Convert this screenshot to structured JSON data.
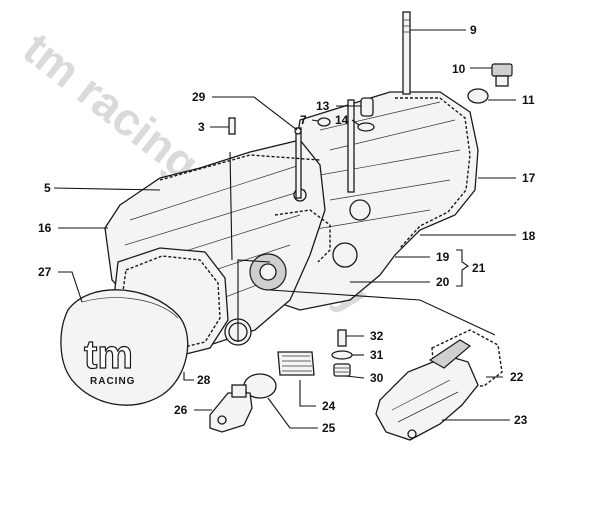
{
  "watermark": "tm racing company",
  "logo": {
    "mark": "tm",
    "sub": "RACING"
  },
  "callouts": {
    "c3": "3",
    "c5": "5",
    "c7": "7",
    "c9": "9",
    "c10": "10",
    "c11": "11",
    "c13": "13",
    "c14": "14",
    "c16": "16",
    "c17": "17",
    "c18": "18",
    "c19": "19",
    "c20": "20",
    "c21": "21",
    "c22": "22",
    "c23": "23",
    "c24": "24",
    "c25": "25",
    "c26": "26",
    "c27": "27",
    "c28": "28",
    "c29": "29",
    "c30": "30",
    "c31": "31",
    "c32": "32"
  }
}
